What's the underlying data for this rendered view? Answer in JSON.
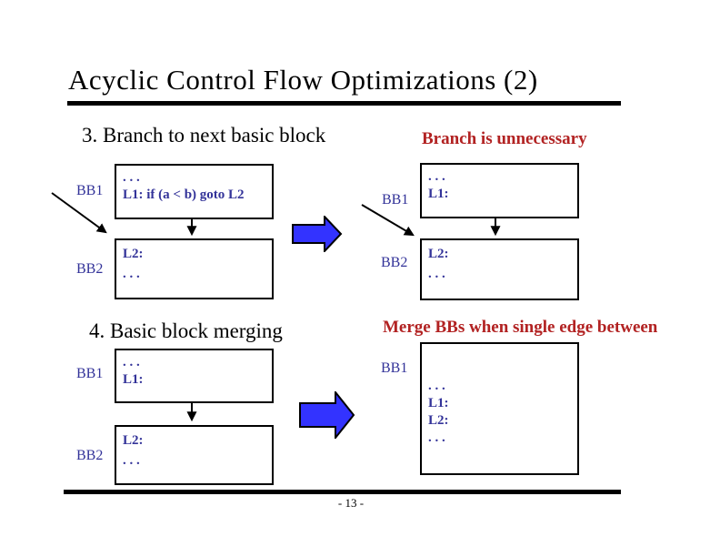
{
  "title": "Acyclic Control Flow Optimizations (2)",
  "colors": {
    "text_black": "#000000",
    "label_navy": "#333399",
    "note_red": "#b22222",
    "transform_arrow_blue": "#3333ff",
    "background": "#ffffff"
  },
  "sections": [
    {
      "heading": "3. Branch to next basic block",
      "note": "Branch is unnecessary",
      "before": {
        "bb1_label": "BB1",
        "bb1_lines": [
          ". . .",
          "L1: if (a < b) goto L2"
        ],
        "bb2_label": "BB2",
        "bb2_lines": [
          "L2:",
          ". . ."
        ]
      },
      "after": {
        "bb1_label": "BB1",
        "bb1_lines": [
          ". . .",
          "L1:"
        ],
        "bb2_label": "BB2",
        "bb2_lines": [
          "L2:",
          ". . ."
        ]
      }
    },
    {
      "heading": "4. Basic block merging",
      "note": "Merge BBs when single edge between",
      "before": {
        "bb1_label": "BB1",
        "bb1_lines": [
          ". . .",
          "L1:"
        ],
        "bb2_label": "BB2",
        "bb2_lines": [
          "L2:",
          ". . ."
        ]
      },
      "after": {
        "bb1_label": "BB1",
        "merged_lines": [
          ". . .",
          "L1:",
          "L2:",
          ". . ."
        ]
      }
    }
  ],
  "footer": {
    "page_number": "- 13 -"
  }
}
